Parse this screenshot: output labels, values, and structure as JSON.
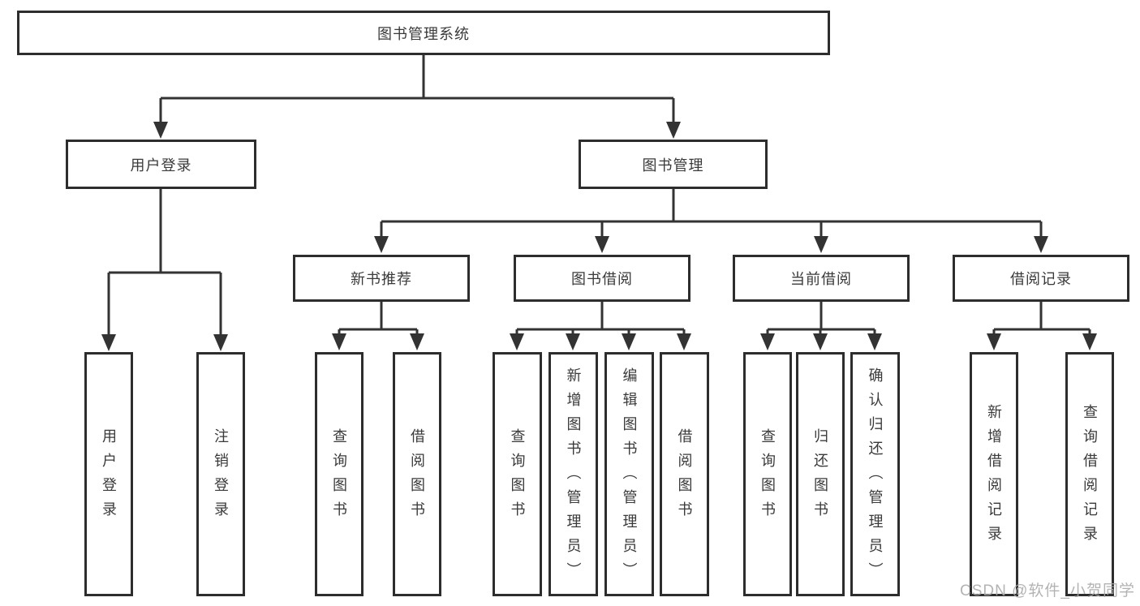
{
  "tree": {
    "label": "图书管理系统",
    "children": [
      {
        "label": "用户登录",
        "children": [
          {
            "label": "用户登录"
          },
          {
            "label": "注销登录"
          }
        ]
      },
      {
        "label": "图书管理",
        "children": [
          {
            "label": "新书推荐",
            "children": [
              {
                "label": "查询图书"
              },
              {
                "label": "借阅图书"
              }
            ]
          },
          {
            "label": "图书借阅",
            "children": [
              {
                "label": "查询图书"
              },
              {
                "label": "新增图书（管理员）"
              },
              {
                "label": "编辑图书（管理员）"
              },
              {
                "label": "借阅图书"
              }
            ]
          },
          {
            "label": "当前借阅",
            "children": [
              {
                "label": "查询图书"
              },
              {
                "label": "归还图书"
              },
              {
                "label": "确认归还（管理员）"
              }
            ]
          },
          {
            "label": "借阅记录",
            "children": [
              {
                "label": "新增借阅记录"
              },
              {
                "label": "查询借阅记录"
              }
            ]
          }
        ]
      }
    ]
  },
  "watermark": {
    "text": "CSDN @软件_小贺同学"
  },
  "colors": {
    "line": "#333333",
    "box_border": "#2d2d2d",
    "text": "#3a3a3a",
    "watermark": "#a8a8a8",
    "background": "#ffffff"
  }
}
